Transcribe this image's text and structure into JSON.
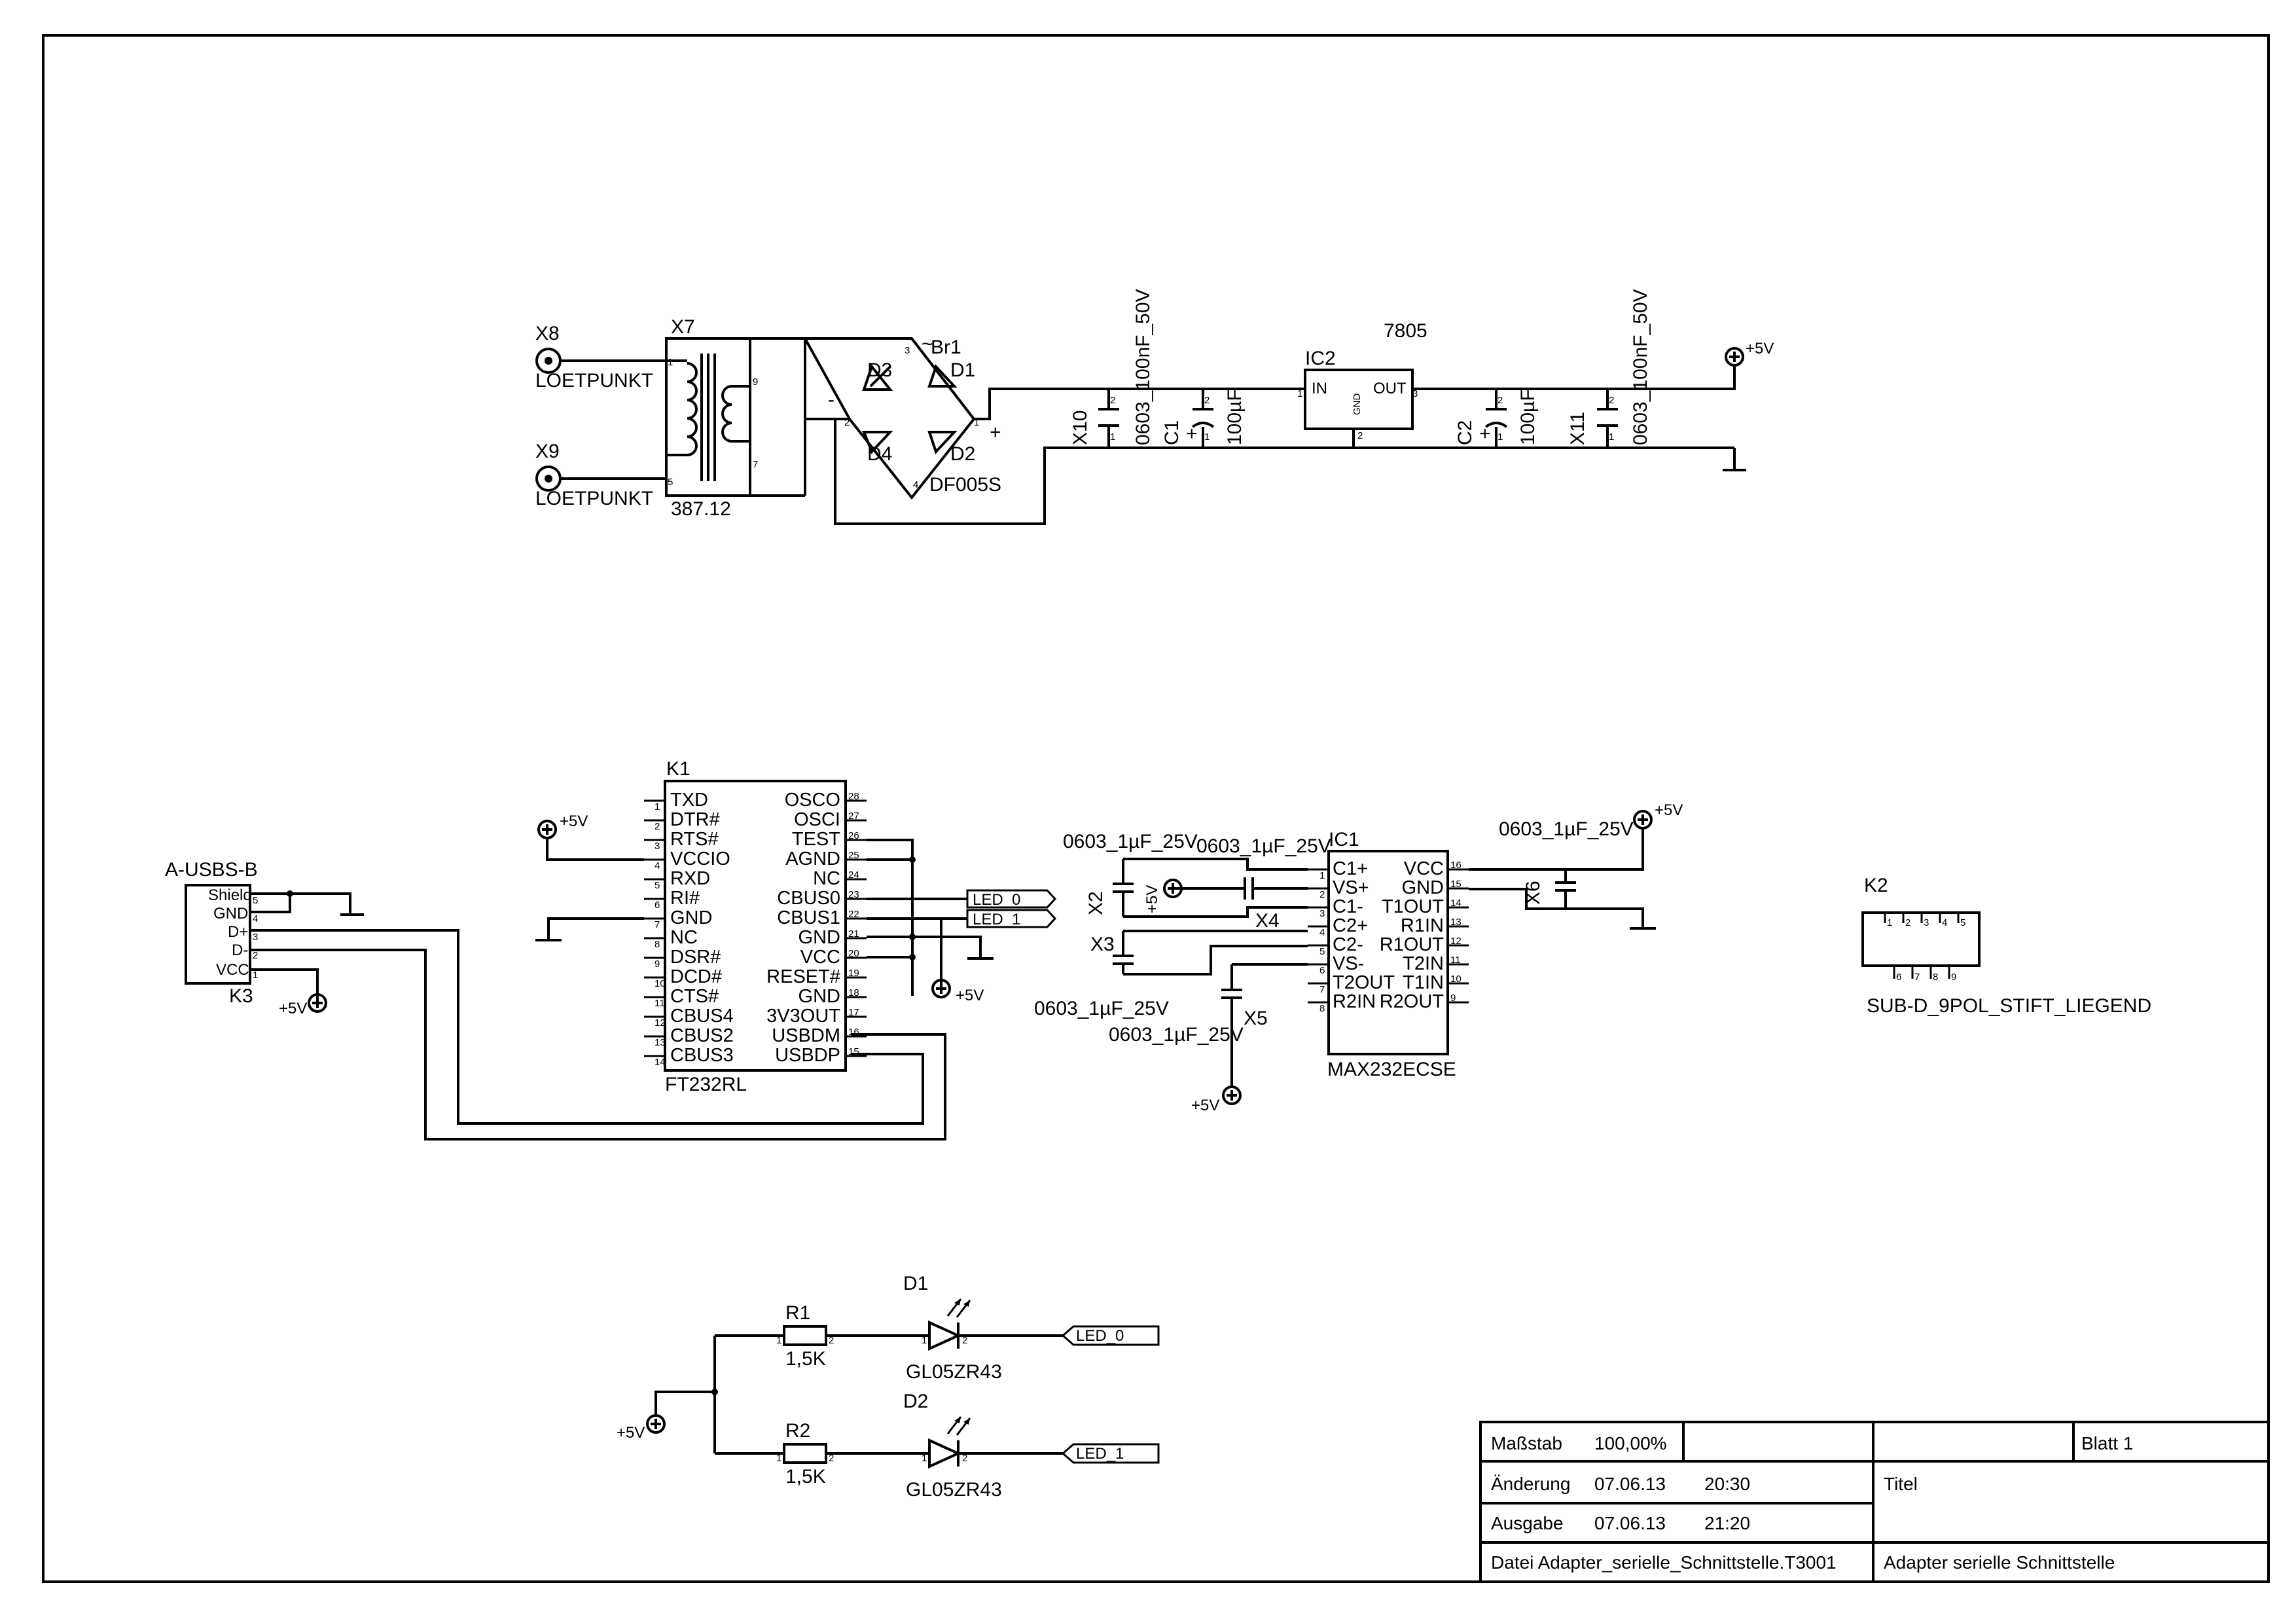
{
  "power": {
    "x8": {
      "ref": "X8",
      "value": "LOETPUNKT"
    },
    "x9": {
      "ref": "X9",
      "value": "LOETPUNKT"
    },
    "x7": {
      "ref": "X7",
      "value": "387.12"
    },
    "br1": {
      "ref": "Br1",
      "value": "DF005S",
      "tilde": "~",
      "diodes": [
        "D1",
        "D2",
        "D3",
        "D4"
      ],
      "plus": "+",
      "minus": "-"
    },
    "x10": {
      "ref": "X10",
      "value": "0603_100nF_50V"
    },
    "c1": {
      "ref": "C1",
      "value": "100µF"
    },
    "ic2": {
      "ref": "IC2",
      "value": "7805",
      "pins": [
        "IN",
        "GND",
        "OUT"
      ]
    },
    "c2": {
      "ref": "C2",
      "value": "100µF"
    },
    "x11": {
      "ref": "X11",
      "value": "0603_100nF_50V"
    },
    "vcc": "+5V"
  },
  "ft232": {
    "ref": "K1",
    "value": "FT232RL",
    "left_pins": [
      {
        "name": "TXD",
        "num": "1"
      },
      {
        "name": "DTR#",
        "num": "2"
      },
      {
        "name": "RTS#",
        "num": "3"
      },
      {
        "name": "VCCIO",
        "num": "4"
      },
      {
        "name": "RXD",
        "num": "5"
      },
      {
        "name": "RI#",
        "num": "6"
      },
      {
        "name": "GND",
        "num": "7"
      },
      {
        "name": "NC",
        "num": "8"
      },
      {
        "name": "DSR#",
        "num": "9"
      },
      {
        "name": "DCD#",
        "num": "10"
      },
      {
        "name": "CTS#",
        "num": "11"
      },
      {
        "name": "CBUS4",
        "num": "12"
      },
      {
        "name": "CBUS2",
        "num": "13"
      },
      {
        "name": "CBUS3",
        "num": "14"
      }
    ],
    "right_pins": [
      {
        "name": "OSCO",
        "num": "28"
      },
      {
        "name": "OSCI",
        "num": "27"
      },
      {
        "name": "TEST",
        "num": "26"
      },
      {
        "name": "AGND",
        "num": "25"
      },
      {
        "name": "NC",
        "num": "24"
      },
      {
        "name": "CBUS0",
        "num": "23"
      },
      {
        "name": "CBUS1",
        "num": "22"
      },
      {
        "name": "GND",
        "num": "21"
      },
      {
        "name": "VCC",
        "num": "20"
      },
      {
        "name": "RESET#",
        "num": "19"
      },
      {
        "name": "GND",
        "num": "18"
      },
      {
        "name": "3V3OUT",
        "num": "17"
      },
      {
        "name": "USBDM",
        "num": "16"
      },
      {
        "name": "USBDP",
        "num": "15"
      }
    ],
    "net_labels": [
      "LED_0",
      "LED_1"
    ]
  },
  "usb": {
    "type": "A-USBS-B",
    "ref": "K3",
    "pins": [
      {
        "name": "Shield",
        "num": "5"
      },
      {
        "name": "GND",
        "num": "4"
      },
      {
        "name": "D+",
        "num": "3"
      },
      {
        "name": "D-",
        "num": "2"
      },
      {
        "name": "VCC",
        "num": "1"
      }
    ]
  },
  "max232": {
    "ref": "IC1",
    "value": "MAX232ECSE",
    "left_pins": [
      {
        "name": "C1+",
        "num": "1"
      },
      {
        "name": "VS+",
        "num": "2"
      },
      {
        "name": "C1-",
        "num": "3"
      },
      {
        "name": "C2+",
        "num": "4"
      },
      {
        "name": "C2-",
        "num": "5"
      },
      {
        "name": "VS-",
        "num": "6"
      },
      {
        "name": "T2OUT",
        "num": "7"
      },
      {
        "name": "R2IN",
        "num": "8"
      }
    ],
    "right_pins": [
      {
        "name": "VCC",
        "num": "16"
      },
      {
        "name": "GND",
        "num": "15"
      },
      {
        "name": "T1OUT",
        "num": "14"
      },
      {
        "name": "R1IN",
        "num": "13"
      },
      {
        "name": "R1OUT",
        "num": "12"
      },
      {
        "name": "T2IN",
        "num": "11"
      },
      {
        "name": "T1IN",
        "num": "10"
      },
      {
        "name": "R2OUT",
        "num": "9"
      }
    ],
    "caps": [
      {
        "ref": "X2",
        "value": "0603_1µF_25V"
      },
      {
        "ref": "X4",
        "value": "0603_1µF_25V"
      },
      {
        "ref": "X3",
        "value": "0603_1µF_25V"
      },
      {
        "ref": "X5",
        "value": "0603_1µF_25V"
      },
      {
        "ref": "X6",
        "value": "0603_1µF_25V"
      }
    ]
  },
  "subd": {
    "ref": "K2",
    "value": "SUB-D_9POL_STIFT_LIEGEND",
    "top_pins": [
      "1",
      "2",
      "3",
      "4",
      "5"
    ],
    "bottom_pins": [
      "6",
      "7",
      "8",
      "9"
    ]
  },
  "leds": {
    "r1": {
      "ref": "R1",
      "value": "1,5K"
    },
    "r2": {
      "ref": "R2",
      "value": "1,5K"
    },
    "d1": {
      "ref": "D1",
      "value": "GL05ZR43"
    },
    "d2": {
      "ref": "D2",
      "value": "GL05ZR43"
    },
    "net_labels": [
      "LED_0",
      "LED_1"
    ]
  },
  "title_block": {
    "massstab_label": "Maßstab",
    "massstab_value": "100,00%",
    "blatt": "Blatt 1",
    "aenderung_label": "Änderung",
    "aenderung_date": "07.06.13",
    "aenderung_time": "20:30",
    "titel_label": "Titel",
    "ausgabe_label": "Ausgabe",
    "ausgabe_date": "07.06.13",
    "ausgabe_time": "21:20",
    "datei": "Datei  Adapter_serielle_Schnittstelle.T3001",
    "title": "Adapter serielle Schnittstelle"
  }
}
